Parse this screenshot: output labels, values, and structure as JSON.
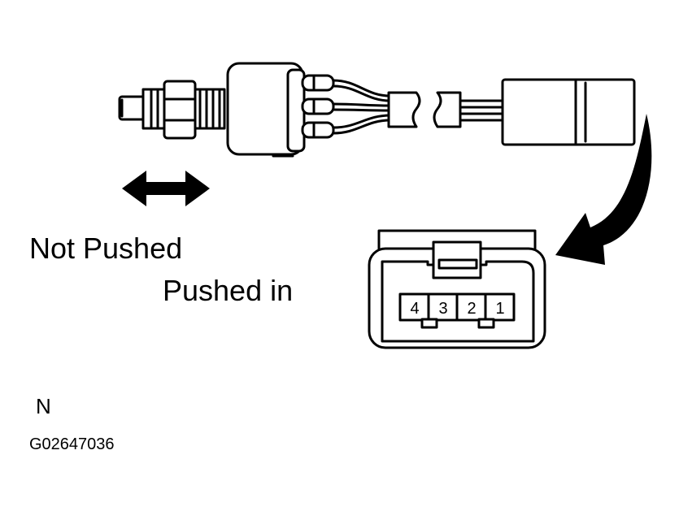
{
  "labels": {
    "not_pushed": "Not Pushed",
    "pushed_in": "Pushed in",
    "view_letter": "N",
    "figure_code": "G02647036"
  },
  "connector": {
    "pins": [
      "4",
      "3",
      "2",
      "1"
    ]
  }
}
